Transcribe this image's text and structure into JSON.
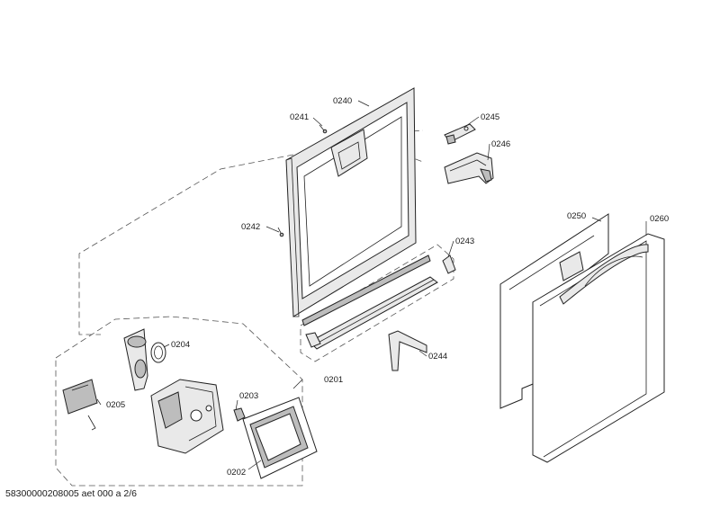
{
  "labels": {
    "p0240": "0240",
    "p0241": "0241",
    "p0242": "0242",
    "p0243": "0243",
    "p0244": "0244",
    "p0245": "0245",
    "p0246": "0246",
    "p0250": "0250",
    "p0260": "0260",
    "p0201": "0201",
    "p0202": "0202",
    "p0203": "0203",
    "p0204": "0204",
    "p0205": "0205"
  },
  "footer": "58300000208005 aet 000 a 2/6"
}
